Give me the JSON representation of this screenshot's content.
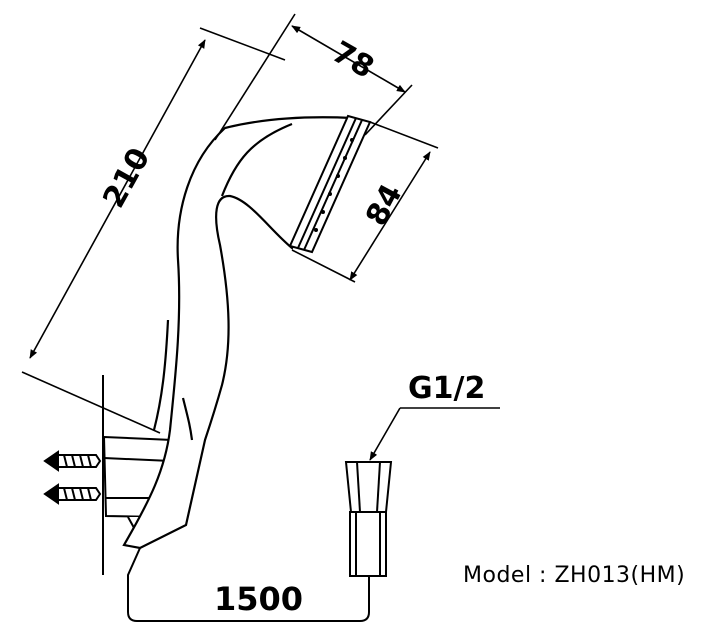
{
  "dimensions": {
    "height_210": "210",
    "width_78": "78",
    "head_84": "84",
    "hose_1500": "1500",
    "thread": "G1/2"
  },
  "model": {
    "text": "Model : ZH013(HM)"
  }
}
